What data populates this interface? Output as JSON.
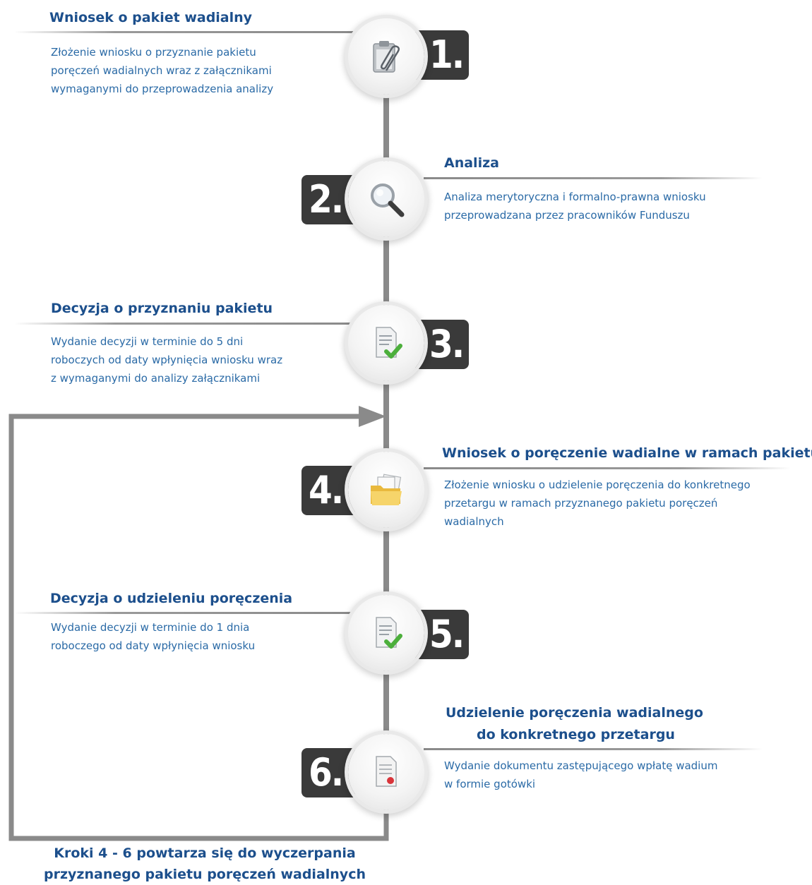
{
  "steps": [
    {
      "number": "1.",
      "title": "Wniosek o pakiet wadialny",
      "description": "Złożenie wniosku o przyznanie pakietu\nporęczeń wadialnych wraz z załącznikami\nwymaganymi do przeprowadzenia analizy",
      "icon": "clipboard-paperclip-icon"
    },
    {
      "number": "2.",
      "title": "Analiza",
      "description": "Analiza merytoryczna i formalno-prawna wniosku\nprzeprowadzana przez pracowników Funduszu",
      "icon": "magnifier-icon"
    },
    {
      "number": "3.",
      "title": "Decyzja o przyznaniu pakietu",
      "description": "Wydanie decyzji w terminie do 5 dni\nroboczych od daty wpłynięcia wniosku wraz\nz wymaganymi do analizy załącznikami",
      "icon": "document-check-icon"
    },
    {
      "number": "4.",
      "title": "Wniosek o poręczenie wadialne w ramach pakietu",
      "description": "Złożenie wniosku o udzielenie poręczenia do konkretnego\nprzetargu w ramach przyznanego pakietu poręczeń\nwadialnych",
      "icon": "folder-documents-icon"
    },
    {
      "number": "5.",
      "title": "Decyzja o udzieleniu poręczenia",
      "description": "Wydanie decyzji w terminie do 1 dnia\nroboczego od daty wpłynięcia wniosku",
      "icon": "document-check-icon"
    },
    {
      "number": "6.",
      "title_line1": "Udzielenie poręczenia wadialnego",
      "title_line2": "do konkretnego przetargu",
      "description": "Wydanie dokumentu zastępującego wpłatę wadium\nw formie gotówki",
      "icon": "certificate-seal-icon"
    }
  ],
  "footer": {
    "line1": "Kroki 4 - 6 powtarza się do wyczerpania",
    "line2": "przyznanego pakietu poręczeń wadialnych"
  },
  "colors": {
    "title": "#1c4f8c",
    "description": "#2a6aa6",
    "connector": "#7f7f7f",
    "number_box": "#3a3a3a"
  }
}
